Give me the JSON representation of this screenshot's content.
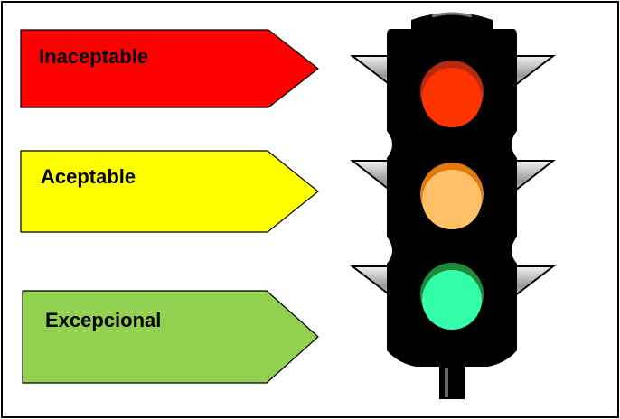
{
  "levels": [
    {
      "label": "Inaceptable",
      "color": "#ff0000"
    },
    {
      "label": "Aceptable",
      "color": "#ffff00"
    },
    {
      "label": "Excepcional",
      "color": "#92d050"
    }
  ],
  "traffic_light": {
    "lamps": [
      {
        "name": "red",
        "color": "#ff3300"
      },
      {
        "name": "amber",
        "color": "#ffc066"
      },
      {
        "name": "green",
        "color": "#33ffaa"
      }
    ],
    "housing_color": "#000000"
  }
}
